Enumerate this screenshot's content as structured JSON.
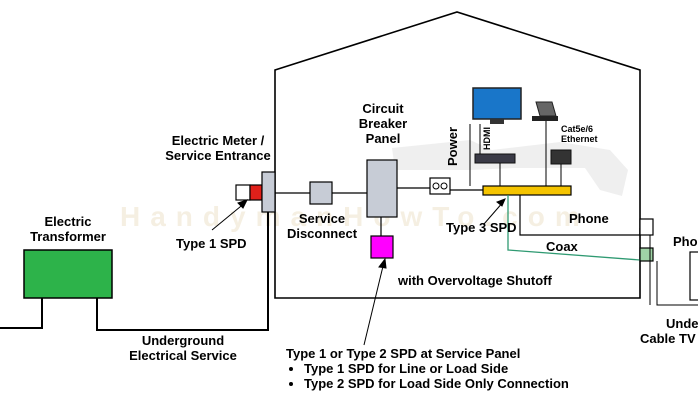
{
  "labels": {
    "transformer": [
      "Electric",
      "Transformer"
    ],
    "meter": [
      "Electric Meter /",
      "Service Entrance"
    ],
    "type1": "Type 1 SPD",
    "underground": [
      "Underground",
      "Electrical Service"
    ],
    "disconnect": [
      "Service",
      "Disconnect"
    ],
    "breaker": [
      "Circuit",
      "Breaker",
      "Panel"
    ],
    "overvoltage": "with Overvoltage Shutoff",
    "type3": "Type 3 SPD",
    "power": "Power",
    "hdmi": "HDMI",
    "ethernet": [
      "Cat5e/6",
      "Ethernet"
    ],
    "phone": "Phone",
    "coax": "Coax",
    "phone_out": "Phon",
    "cable_tv": [
      "Unde",
      "Cable TV"
    ],
    "spd_panel_title": "Type 1 or Type 2 SPD at Service Panel",
    "spd_panel_bullets": [
      "Type 1 SPD for Line or Load Side",
      "Type 2 SPD for Load Side Only Connection"
    ],
    "watermark": "HandymanHowTo.com"
  },
  "colors": {
    "transformer": "#2db34a",
    "spd_panel": "#ff00ff",
    "meter_spd": "#e0201a",
    "power_strip": "#f5c400",
    "coax_line": "#2f9a72",
    "coax_jack": "#9fd3a6",
    "box_gray": "#c7ccd6"
  }
}
